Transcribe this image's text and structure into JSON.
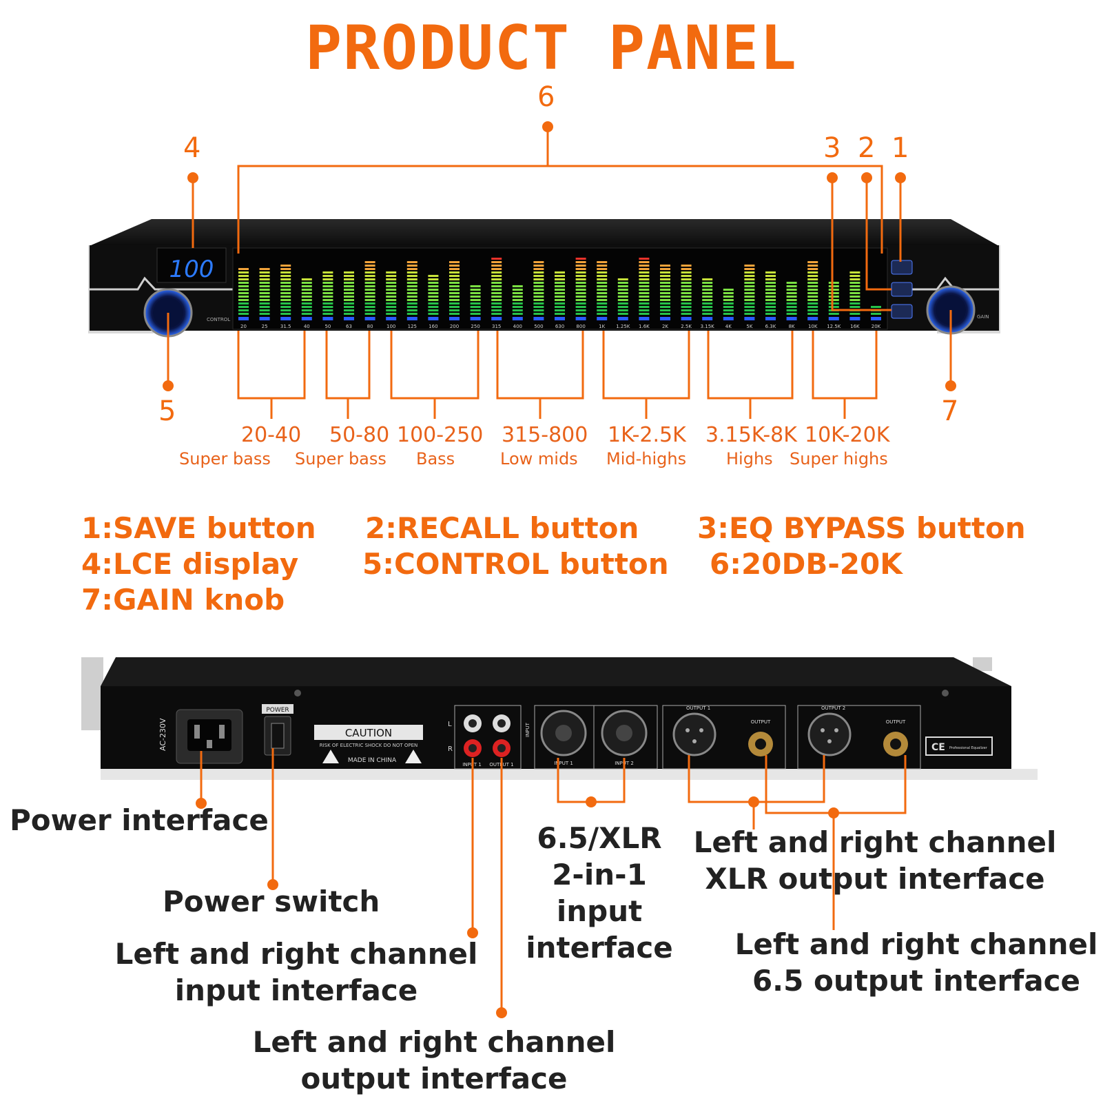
{
  "title": "PRODUCT PANEL",
  "colors": {
    "accent": "#f26a0f",
    "label_dark": "#222222",
    "display_blue": "#2c7bff"
  },
  "front_panel": {
    "display_value": "100",
    "knob_left_label": "CONTROL",
    "knob_right_label": "GAIN",
    "frequencies": [
      "20",
      "25",
      "31.5",
      "40",
      "50",
      "63",
      "80",
      "100",
      "125",
      "160",
      "200",
      "250",
      "315",
      "400",
      "500",
      "630",
      "800",
      "1K",
      "1.25K",
      "1.6K",
      "2K",
      "2.5K",
      "3.15K",
      "4K",
      "5K",
      "6.3K",
      "8K",
      "10K",
      "12.5K",
      "16K",
      "20K"
    ],
    "levels": [
      0.78,
      0.75,
      0.8,
      0.6,
      0.72,
      0.72,
      0.85,
      0.72,
      0.85,
      0.65,
      0.85,
      0.5,
      0.95,
      0.5,
      0.85,
      0.68,
      0.95,
      0.85,
      0.6,
      0.95,
      0.8,
      0.8,
      0.6,
      0.45,
      0.8,
      0.68,
      0.52,
      0.85,
      0.52,
      0.68,
      0.18
    ]
  },
  "callouts": [
    "1",
    "2",
    "3",
    "4",
    "5",
    "6",
    "7"
  ],
  "bands": [
    {
      "range": "20-40",
      "name": "Super bass"
    },
    {
      "range": "50-80",
      "name": "Super bass"
    },
    {
      "range": "100-250",
      "name": "Bass"
    },
    {
      "range": "315-800",
      "name": "Low mids"
    },
    {
      "range": "1K-2.5K",
      "name": "Mid-highs"
    },
    {
      "range": "3.15K-8K",
      "name": "Highs"
    },
    {
      "range": "10K-20K",
      "name": "Super highs"
    }
  ],
  "legend": [
    "1:SAVE button",
    "2:RECALL button",
    "3:EQ BYPASS button",
    "4:LCE display",
    "5:CONTROL button",
    "6:20DB-20K",
    "7:GAIN knob"
  ],
  "rear_panel": {
    "voltage": "AC-230V",
    "power_label": "POWER",
    "caution_title": "CAUTION",
    "caution_text": "RISK OF ELECTRIC SHOCK DO NOT OPEN",
    "made_in": "MADE IN CHINA",
    "rca_input": "INPUT 1",
    "rca_output": "OUTPUT 1",
    "channel_l": "L",
    "channel_r": "R",
    "input_section": "INPUT",
    "combo_1": "INPUT 1",
    "combo_2": "INPUT 2",
    "output_1": "OUTPUT 1",
    "output_2": "OUTPUT 2",
    "output_jack": "OUTPUT",
    "ce_text": "CE",
    "badge_text": "Professional Equalizer"
  },
  "labels": {
    "power_interface": "Power interface",
    "power_switch": "Power switch",
    "lr_input": [
      "Left and right channel",
      "input interface"
    ],
    "lr_output": [
      "Left and right channel",
      "output interface"
    ],
    "combo_input": [
      "6.5/XLR",
      "2-in-1",
      "input",
      "interface"
    ],
    "xlr_output": [
      "Left and right channel",
      "XLR output interface"
    ],
    "jack_output": [
      "Left and right channel",
      "6.5 output interface"
    ]
  }
}
